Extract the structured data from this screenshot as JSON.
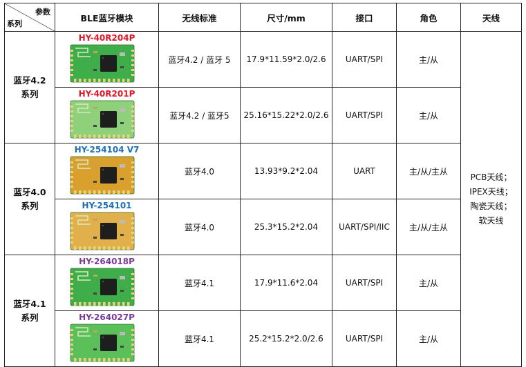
{
  "header": {
    "diag_top": "参数",
    "diag_bottom": "系列",
    "col_module": "BLE蓝牙模块",
    "col_standard": "无线标准",
    "col_size": "尺寸/mm",
    "col_interface": "接口",
    "col_role": "角色",
    "col_antenna": "天线"
  },
  "groups": [
    {
      "line1": "蓝牙4.2",
      "line2": "系列"
    },
    {
      "line1": "蓝牙4.0",
      "line2": "系列"
    },
    {
      "line1": "蓝牙4.1",
      "line2": "系列"
    }
  ],
  "rows": [
    {
      "name": "HY-40R204P",
      "standard": "蓝牙4.2 / 蓝牙 5",
      "size": "17.9*11.59*2.0/2.6",
      "interface": "UART/SPI",
      "role": "主/从",
      "name_color": "#e0182a",
      "board_color": "#3fae4a"
    },
    {
      "name": "HY-40R201P",
      "standard": "蓝牙4.2 / 蓝牙5",
      "size": "25.16*15.22*2.0/2.6",
      "interface": "UART/SPI",
      "role": "主/从",
      "name_color": "#e0182a",
      "board_color": "#8fd07a"
    },
    {
      "name": "HY-254104 V7",
      "standard": "蓝牙4.0",
      "size": "13.93*9.2*2.04",
      "interface": "UART",
      "role": "主/从/主从",
      "name_color": "#1f6fb3",
      "board_color": "#d9a02e"
    },
    {
      "name": "HY-254101",
      "standard": "蓝牙4.0",
      "size": "25.3*15.2*2.04",
      "interface": "UART/SPI/IIC",
      "role": "主/从/主从",
      "name_color": "#1f6fb3",
      "board_color": "#e2b04a"
    },
    {
      "name": "HY-264018P",
      "standard": "蓝牙4.1",
      "size": "17.9*11.6*2.04",
      "interface": "UART/SPI",
      "role": "主/从",
      "name_color": "#7a3a9a",
      "board_color": "#3fae4a"
    },
    {
      "name": "HY-264027P",
      "standard": "蓝牙4.1",
      "size": "25.2*15.2*2.0/2.6",
      "interface": "UART/SPI",
      "role": "主/从",
      "name_color": "#7a3a9a",
      "board_color": "#5cc05a"
    }
  ],
  "antenna": {
    "l1": "PCB天线；",
    "l2": "IPEX天线；",
    "l3": "陶瓷天线；",
    "l4": "软天线"
  }
}
